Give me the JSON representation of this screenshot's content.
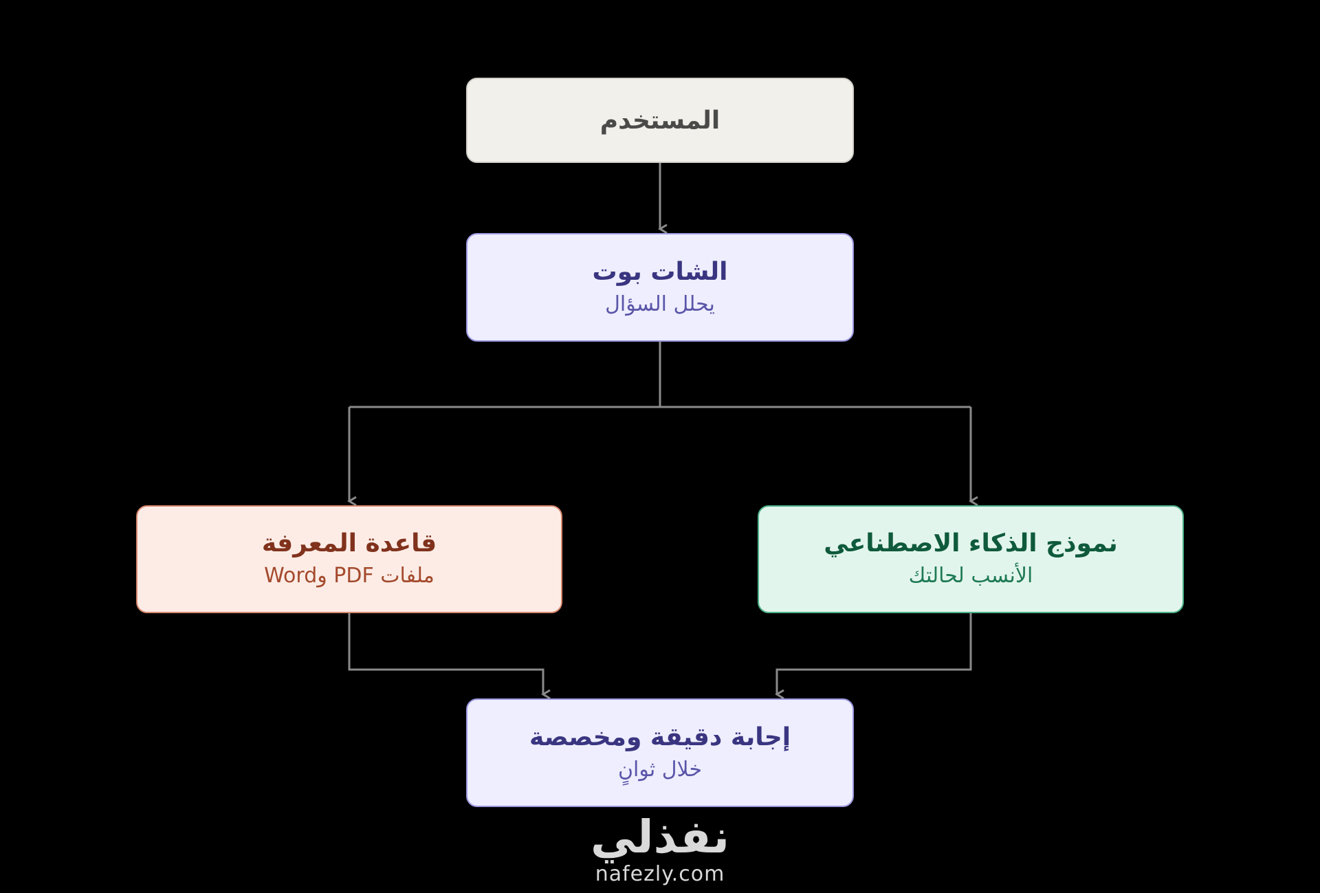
{
  "nodes": {
    "user": {
      "title": "المستخدم"
    },
    "chatbot": {
      "title": "الشات بوت",
      "subtitle": "يحلل السؤال"
    },
    "knowledge_base": {
      "title": "قاعدة المعرفة",
      "subtitle": "ملفات PDF وWord"
    },
    "ai_model": {
      "title": "نموذج الذكاء الاصطناعي",
      "subtitle": "الأنسب لحالتك"
    },
    "answer": {
      "title": "إجابة دقيقة ومخصصة",
      "subtitle": "خلال ثوانٍ"
    }
  },
  "logo": {
    "arabic": "نفذلي",
    "latin": "nafezly.com"
  },
  "colors": {
    "background": "#000000",
    "connector": "#8a8a8a"
  }
}
